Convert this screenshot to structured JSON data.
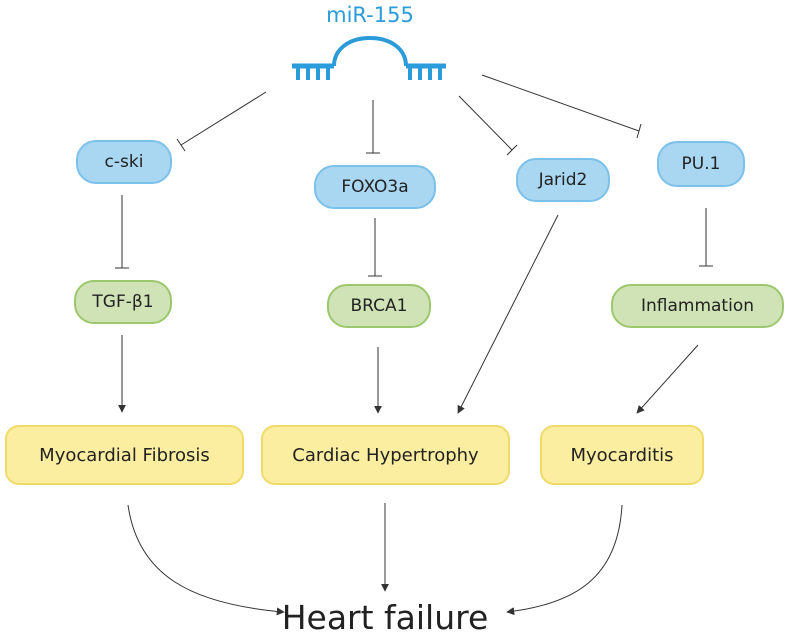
{
  "mirna": {
    "label": "miR-155",
    "color": "#2b9bd9"
  },
  "targets": {
    "cski": "c-ski",
    "foxo3a": "FOXO3a",
    "jarid2": "Jarid2",
    "pu1": "PU.1"
  },
  "mediators": {
    "tgfb1": "TGF-β1",
    "brca1": "BRCA1",
    "inflammation": "Inflammation"
  },
  "outcomes": {
    "fibrosis": "Myocardial Fibrosis",
    "hypertrophy": "Cardiac Hypertrophy",
    "myocarditis": "Myocarditis"
  },
  "endpoint": "Heart failure",
  "colors": {
    "target_fill": "#a9d6f1",
    "target_border": "#7cc1ea",
    "mediator_fill": "#cfe3b6",
    "mediator_border": "#9cc76d",
    "outcome_fill": "#fbeea0",
    "outcome_border": "#f0db6a",
    "edge": "#333333"
  },
  "edges": [
    {
      "from": "miR-155",
      "to": "c-ski",
      "type": "inhibition"
    },
    {
      "from": "miR-155",
      "to": "FOXO3a",
      "type": "inhibition"
    },
    {
      "from": "miR-155",
      "to": "Jarid2",
      "type": "inhibition"
    },
    {
      "from": "miR-155",
      "to": "PU.1",
      "type": "inhibition"
    },
    {
      "from": "c-ski",
      "to": "TGF-β1",
      "type": "inhibition"
    },
    {
      "from": "FOXO3a",
      "to": "BRCA1",
      "type": "inhibition"
    },
    {
      "from": "PU.1",
      "to": "Inflammation",
      "type": "inhibition"
    },
    {
      "from": "TGF-β1",
      "to": "Myocardial Fibrosis",
      "type": "activation"
    },
    {
      "from": "BRCA1",
      "to": "Cardiac Hypertrophy",
      "type": "activation"
    },
    {
      "from": "Jarid2",
      "to": "Cardiac Hypertrophy",
      "type": "activation"
    },
    {
      "from": "Inflammation",
      "to": "Myocarditis",
      "type": "activation"
    },
    {
      "from": "Myocardial Fibrosis",
      "to": "Heart failure",
      "type": "activation"
    },
    {
      "from": "Cardiac Hypertrophy",
      "to": "Heart failure",
      "type": "activation"
    },
    {
      "from": "Myocarditis",
      "to": "Heart failure",
      "type": "activation"
    }
  ]
}
